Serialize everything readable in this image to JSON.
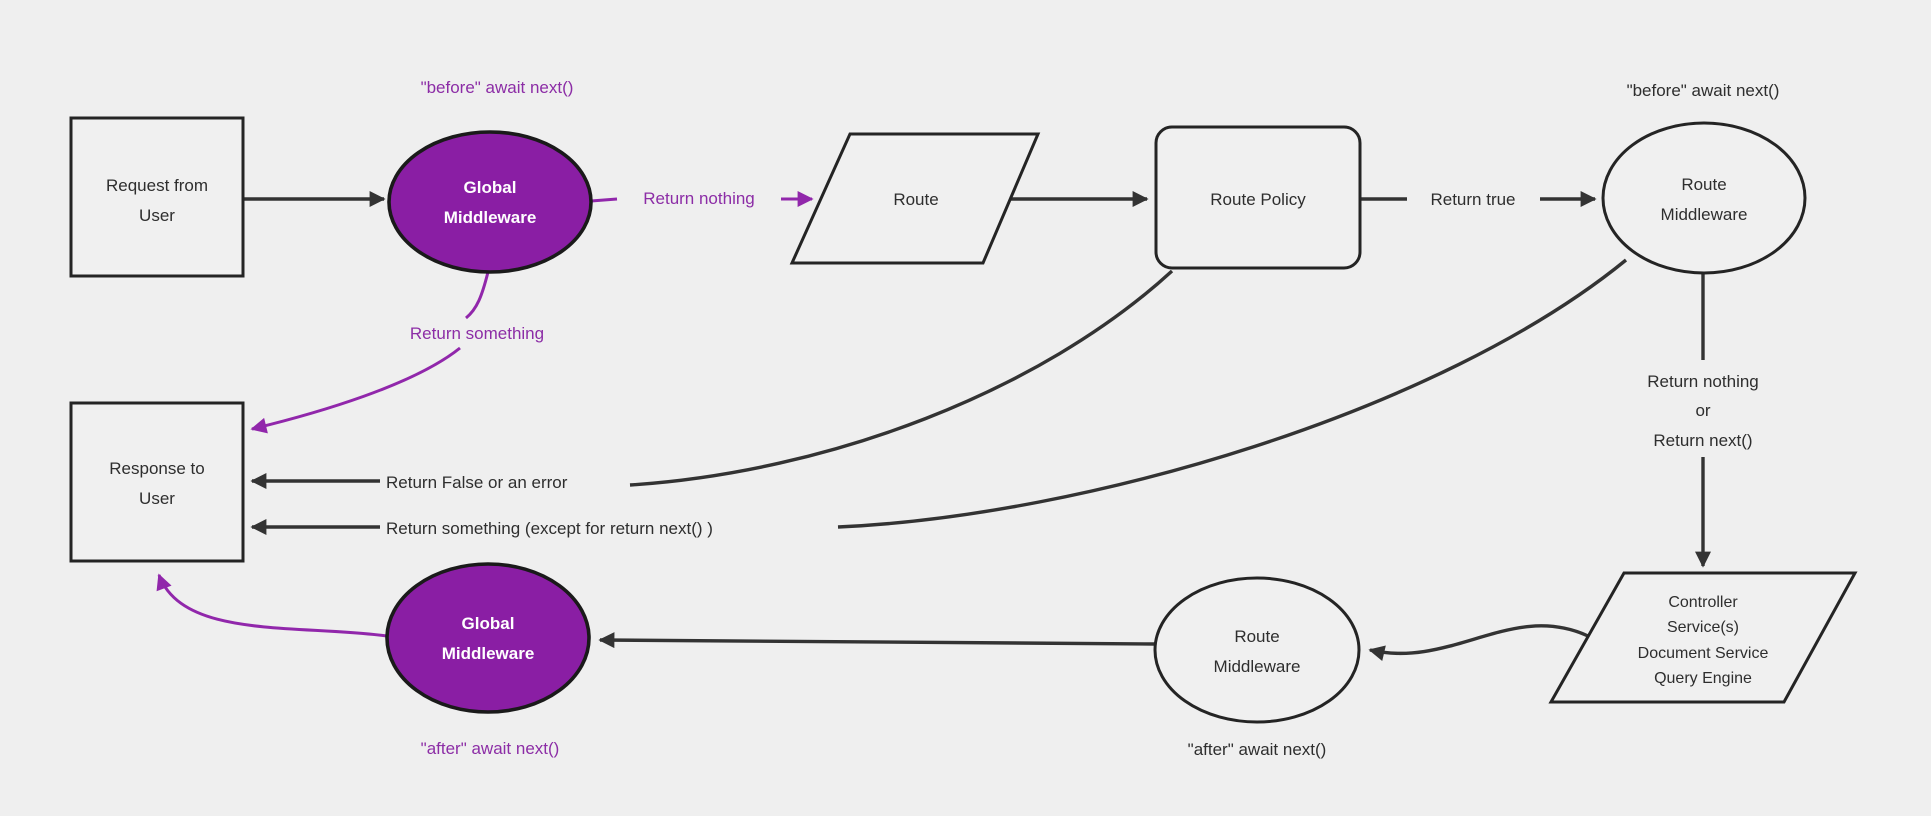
{
  "diagram": {
    "colors": {
      "background": "#efefef",
      "node_fill": "#f0f0f0",
      "node_border": "#242424",
      "edge_black": "#333333",
      "purple_fill": "#8a1ea4",
      "purple_edge": "#9127ab",
      "purple_label": "#8c2da6",
      "white_node_text": "#ffffff"
    },
    "nodes": {
      "request": {
        "l1": "Request from",
        "l2": "User"
      },
      "global_mw_top": {
        "l1": "Global",
        "l2": "Middleware"
      },
      "route": {
        "label": "Route"
      },
      "route_policy": {
        "label": "Route Policy"
      },
      "route_mw_top": {
        "l1": "Route",
        "l2": "Middleware"
      },
      "controller": {
        "l1": "Controller",
        "l2": "Service(s)",
        "l3": "Document Service",
        "l4": "Query Engine"
      },
      "route_mw_bottom": {
        "l1": "Route",
        "l2": "Middleware"
      },
      "global_mw_bottom": {
        "l1": "Global",
        "l2": "Middleware"
      },
      "response": {
        "l1": "Response to",
        "l2": "User"
      }
    },
    "labels": {
      "before_await_top": "\"before\" await next()",
      "return_nothing": "Return nothing",
      "return_true": "Return true",
      "before_await_right": "\"before\" await next()",
      "return_nothing_or_1": "Return nothing",
      "return_nothing_or_2": "or",
      "return_nothing_or_3": "Return next()",
      "after_await_right": "\"after\" await next()",
      "after_await_left": "\"after\" await next()",
      "return_something": "Return something",
      "return_false": "Return False or an error",
      "return_something_except": "Return something (except for return next() )"
    }
  }
}
